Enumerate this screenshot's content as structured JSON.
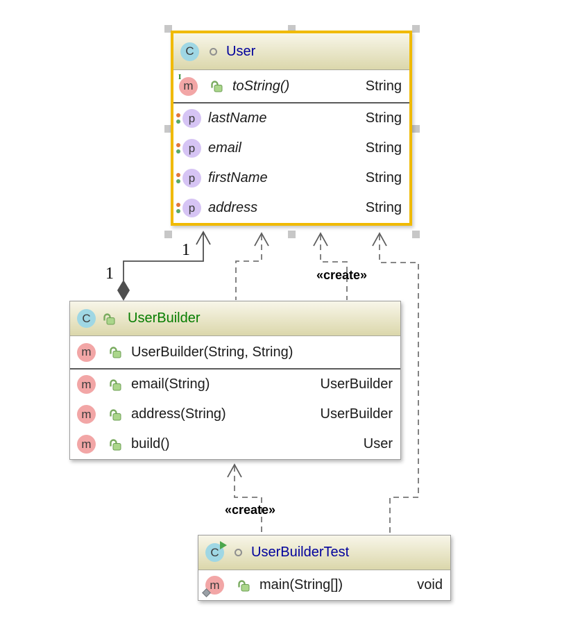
{
  "diagram": {
    "kind": "uml-class-diagram",
    "colors": {
      "selection_border": "#f0ba00",
      "header_gradient_top": "#f8f6e9",
      "header_gradient_bottom": "#dbd7ab",
      "class_name_blue": "#00009c",
      "class_name_green": "#067d00",
      "solid_edge": "#4f4f4f",
      "dashed_edge": "#757575"
    },
    "classes": [
      {
        "name": "User",
        "selected": true,
        "sections": [
          {
            "rows": [
              {
                "label": "toString()",
                "type": "String"
              }
            ]
          },
          {
            "rows": [
              {
                "label": "lastName",
                "type": "String"
              },
              {
                "label": "email",
                "type": "String"
              },
              {
                "label": "firstName",
                "type": "String"
              },
              {
                "label": "address",
                "type": "String"
              }
            ]
          }
        ]
      },
      {
        "name": "UserBuilder",
        "selected": false,
        "sections": [
          {
            "rows": [
              {
                "label": "UserBuilder(String, String)",
                "type": ""
              }
            ]
          },
          {
            "rows": [
              {
                "label": "email(String)",
                "type": "UserBuilder"
              },
              {
                "label": "address(String)",
                "type": "UserBuilder"
              },
              {
                "label": "build()",
                "type": "User"
              }
            ]
          }
        ]
      },
      {
        "name": "UserBuilderTest",
        "selected": false,
        "sections": [
          {
            "rows": [
              {
                "label": "main(String[])",
                "type": "void"
              }
            ]
          }
        ]
      }
    ],
    "edge_labels": {
      "aggregation_target_multiplicity": "1",
      "aggregation_source_multiplicity": "1",
      "create_user": "«create»",
      "create_builder": "«create»"
    }
  }
}
